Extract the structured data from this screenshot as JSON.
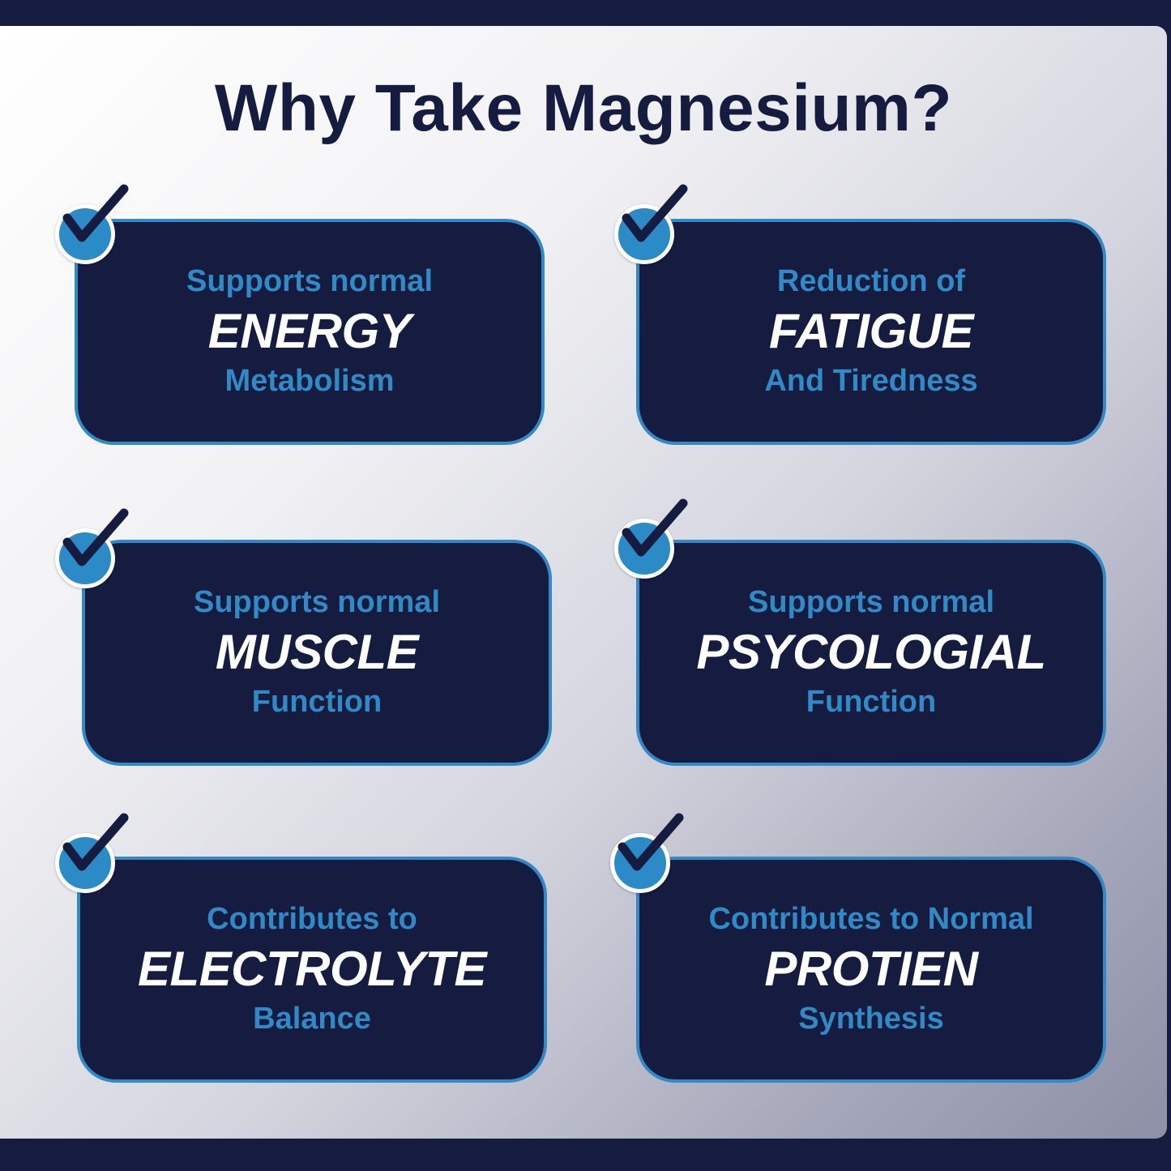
{
  "title": "Why Take Magnesium?",
  "colors": {
    "background": "#151c40",
    "card": "#151c40",
    "accent": "#2f8ac6",
    "check_mark": "#151c40"
  },
  "cards": [
    {
      "top": "Supports normal",
      "highlight": "ENERGY",
      "bottom": "Metabolism",
      "icon": "checkmark-icon"
    },
    {
      "top": "Reduction of",
      "highlight": "FATIGUE",
      "bottom": "And Tiredness",
      "icon": "checkmark-icon"
    },
    {
      "top": "Supports normal",
      "highlight": "MUSCLE",
      "bottom": "Function",
      "icon": "checkmark-icon"
    },
    {
      "top": "Supports normal",
      "highlight": "PSYCOLOGIAL",
      "bottom": "Function",
      "icon": "checkmark-icon"
    },
    {
      "top": "Contributes to",
      "highlight": "ELECTROLYTE",
      "bottom": "Balance",
      "icon": "checkmark-icon"
    },
    {
      "top": "Contributes to Normal",
      "highlight": "PROTIEN",
      "bottom": "Synthesis",
      "icon": "checkmark-icon"
    }
  ]
}
